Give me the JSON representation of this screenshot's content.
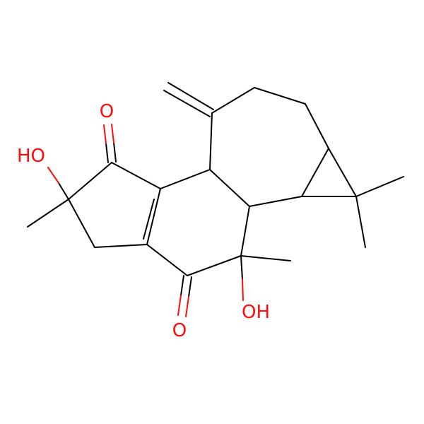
{
  "colors": {
    "background": "#ffffff",
    "bond": "#000000",
    "oxygen": "#ff0d0d"
  },
  "atom_labels": {
    "oxygen_top": "O",
    "hydroxyl_left": "HO",
    "hydroxyl_bottom": "OH",
    "oxygen_bottom": "O"
  }
}
